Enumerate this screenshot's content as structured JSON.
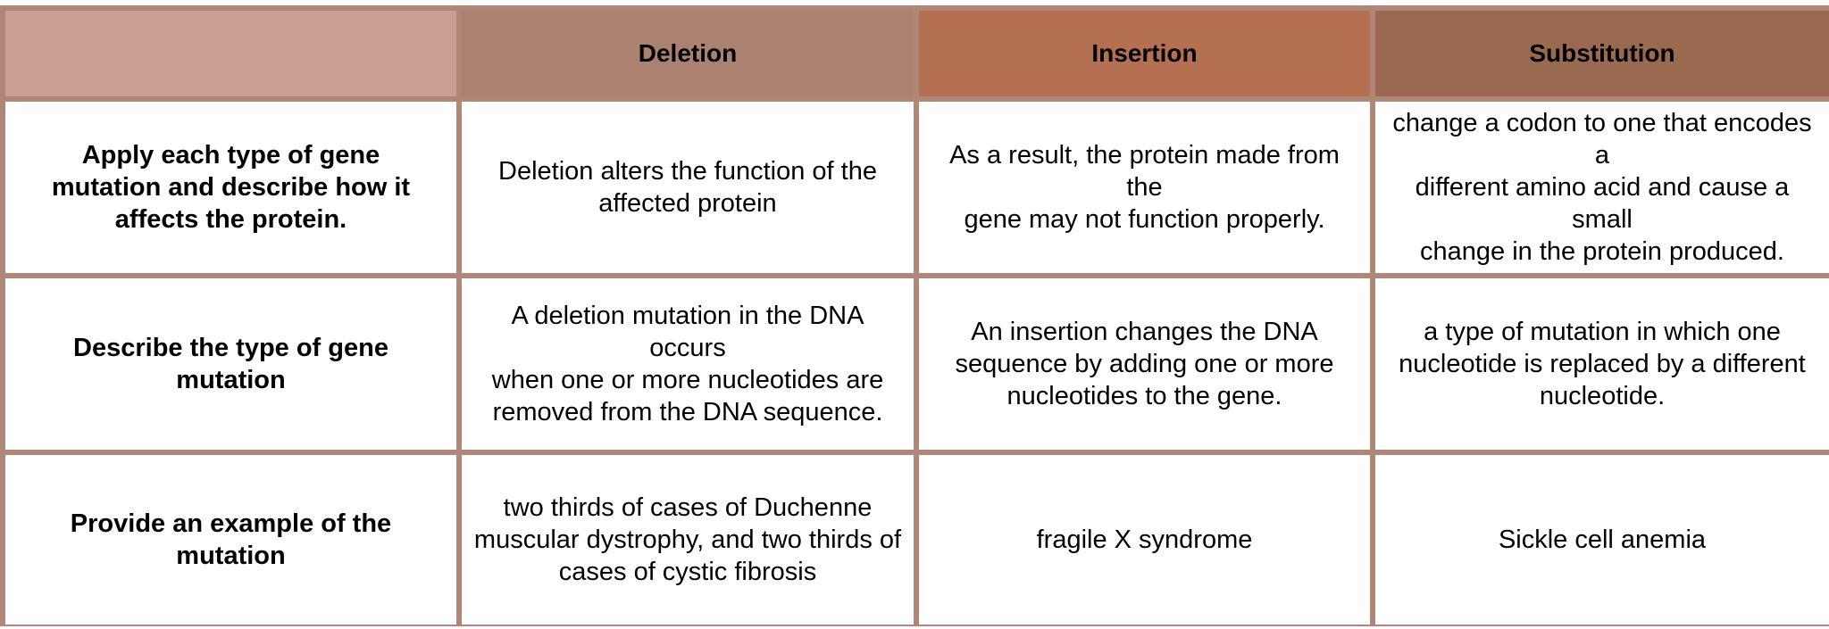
{
  "table": {
    "columns": [
      {
        "label": "",
        "color": "#c9a093"
      },
      {
        "label": "Deletion",
        "color": "#ab826f"
      },
      {
        "label": "Insertion",
        "color": "#b56f51"
      },
      {
        "label": "Substitution",
        "color": "#9a6a50"
      }
    ],
    "rows": [
      {
        "header": "Apply each type of gene mutation and describe how it affects the protein.",
        "cells": [
          "Deletion alters the function of the affected protein",
          "As a result, the protein made from the\ngene may not function properly.",
          "change a codon to one that encodes a\ndifferent amino acid and cause a small\nchange in the protein produced."
        ]
      },
      {
        "header": "Describe the type of gene mutation",
        "cells": [
          "A deletion mutation in the DNA occurs\nwhen one or more nucleotides are removed from the DNA sequence.",
          "An insertion changes the DNA sequence by adding one or more nucleotides to the gene.",
          "a type of mutation in which one nucleotide is replaced by a different\nnucleotide."
        ]
      },
      {
        "header": "Provide an example of the mutation",
        "cells": [
          "two thirds of cases of Duchenne muscular dystrophy, and two thirds of\ncases of cystic fibrosis",
          "fragile X syndrome",
          "Sickle cell anemia"
        ]
      }
    ],
    "border_color": "#b08677"
  }
}
